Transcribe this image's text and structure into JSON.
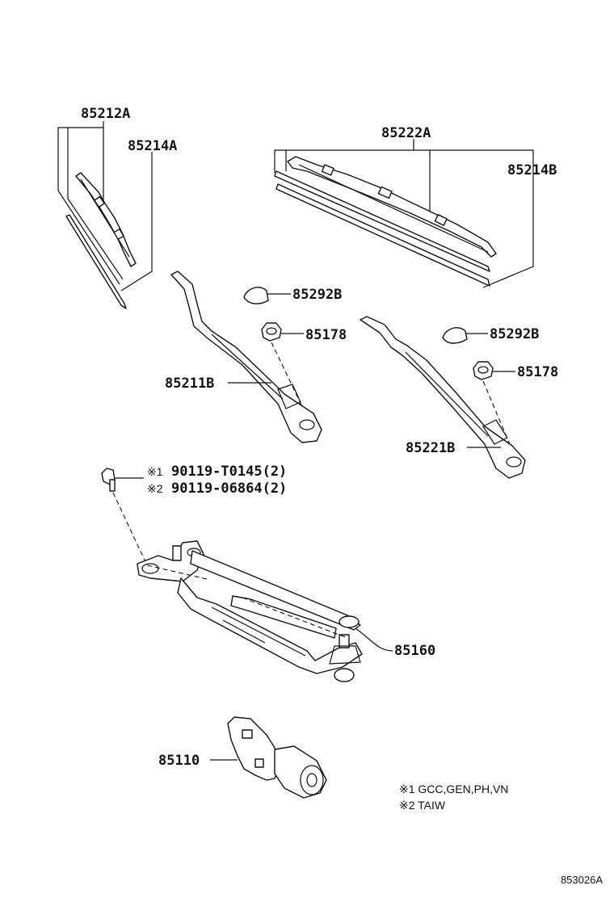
{
  "parts": {
    "p85212A": "85212A",
    "p85214A": "85214A",
    "p85222A": "85222A",
    "p85214B": "85214B",
    "p85292B_left": "85292B",
    "p85178_left": "85178",
    "p85292B_right": "85292B",
    "p85178_right": "85178",
    "p85211B": "85211B",
    "p85221B": "85221B",
    "p85160": "85160",
    "p85110": "85110"
  },
  "bolt_callout": {
    "line1_mark": "※1",
    "line1_part": "90119-T0145(2)",
    "line2_mark": "※2",
    "line2_part": "90119-06864(2)"
  },
  "notes": {
    "note1": "※1 GCC,GEN,PH,VN",
    "note2": "※2 TAIW"
  },
  "diagram_ref": "853026A"
}
